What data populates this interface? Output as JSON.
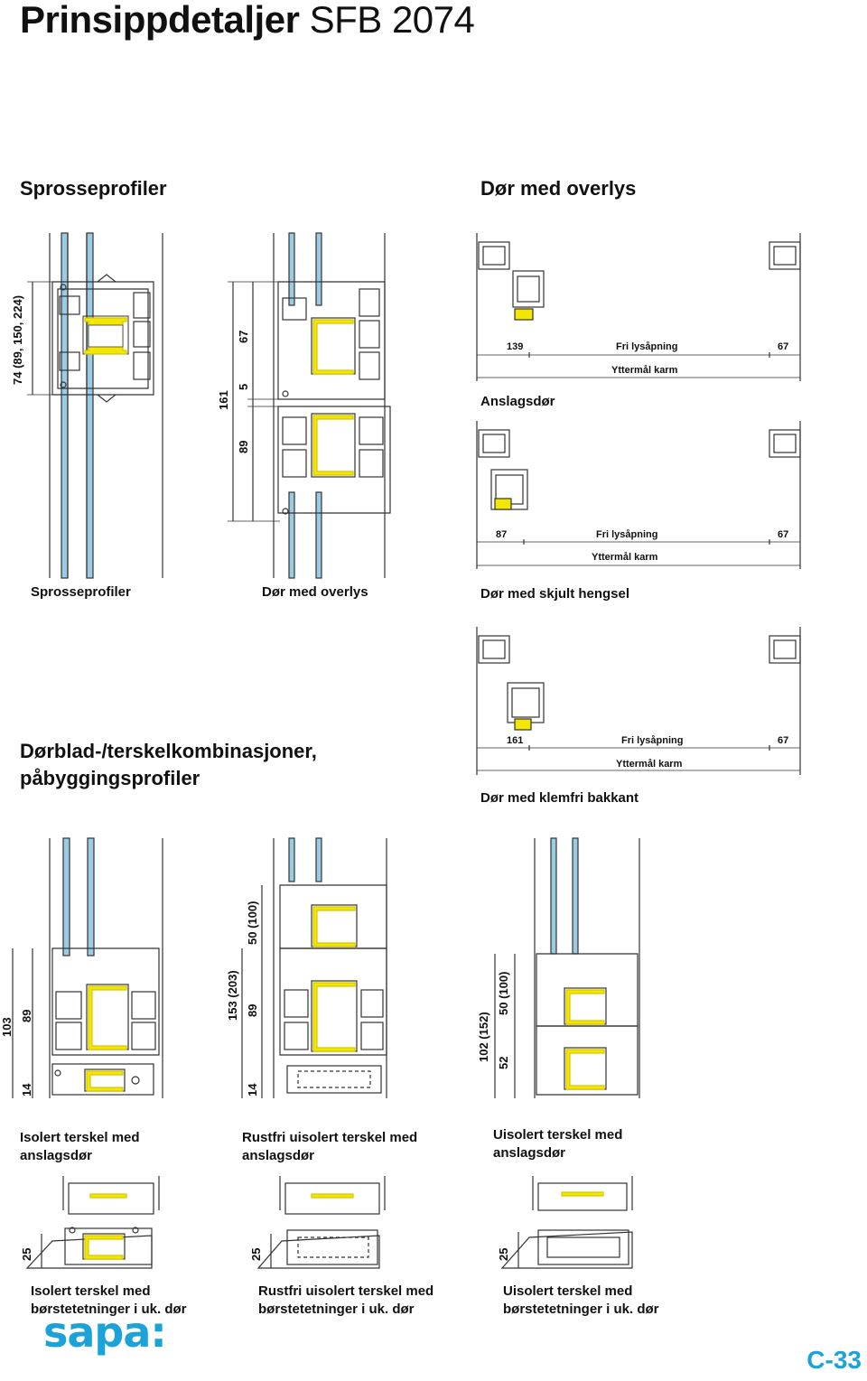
{
  "title": {
    "bold": "Prinsippdetaljer",
    "light": "SFB 2074"
  },
  "section_headings": {
    "sprosse": "Sprosseprofiler",
    "overlys": "Dør med overlys",
    "dorblad_line1": "Dørblad-/terskelkombinasjoner,",
    "dorblad_line2": "påbyggingsprofiler"
  },
  "captions": {
    "sprosse": "Sprosseprofiler",
    "overlys": "Dør med overlys",
    "anslagsdor": "Anslagsdør",
    "skjult_hengsel": "Dør med skjult hengsel",
    "klemfri": "Dør med klemfri bakkant",
    "isolert_anslag_1": "Isolert terskel med",
    "isolert_anslag_2": "anslagsdør",
    "rustfri_anslag_1": "Rustfri uisolert terskel med",
    "rustfri_anslag_2": "anslagsdør",
    "uisolert_anslag_1": "Uisolert terskel med",
    "uisolert_anslag_2": "anslagsdør",
    "isolert_borste_1": "Isolert terskel med",
    "isolert_borste_2": "børstetetninger i uk. dør",
    "rustfri_borste_1": "Rustfri uisolert terskel med",
    "rustfri_borste_2": "børstetetninger i uk. dør",
    "uisolert_borste_1": "Uisolert terskel med",
    "uisolert_borste_2": "børstetetninger i uk. dør"
  },
  "plan_dims": {
    "anslag": {
      "left": "139",
      "mid": "Fri lysåpning",
      "right": "67",
      "total": "Yttermål karm"
    },
    "skjult": {
      "left": "87",
      "mid": "Fri lysåpning",
      "right": "67",
      "total": "Yttermål karm"
    },
    "klemfri": {
      "left": "161",
      "mid": "Fri lysåpning",
      "right": "67",
      "total": "Yttermål karm"
    }
  },
  "vertical_dims": {
    "sprosse_total": "74 (89, 150, 224)",
    "overlys_161": "161",
    "overlys_67": "67",
    "overlys_5": "5",
    "overlys_89": "89",
    "iso_103": "103",
    "iso_89": "89",
    "iso_14": "14",
    "rust_153": "153 (203)",
    "rust_50": "50 (100)",
    "rust_89": "89",
    "rust_14": "14",
    "uis_102": "102 (152)",
    "uis_50": "50 (100)",
    "uis_52": "52",
    "borste_25_a": "25",
    "borste_25_b": "25",
    "borste_25_c": "25"
  },
  "footer": {
    "logo": "sapa:",
    "page": "C-33"
  },
  "colors": {
    "glass": "#9ccbe6",
    "gasket": "#f3e600",
    "profile": "#333333",
    "brand": "#1ba3d9"
  }
}
